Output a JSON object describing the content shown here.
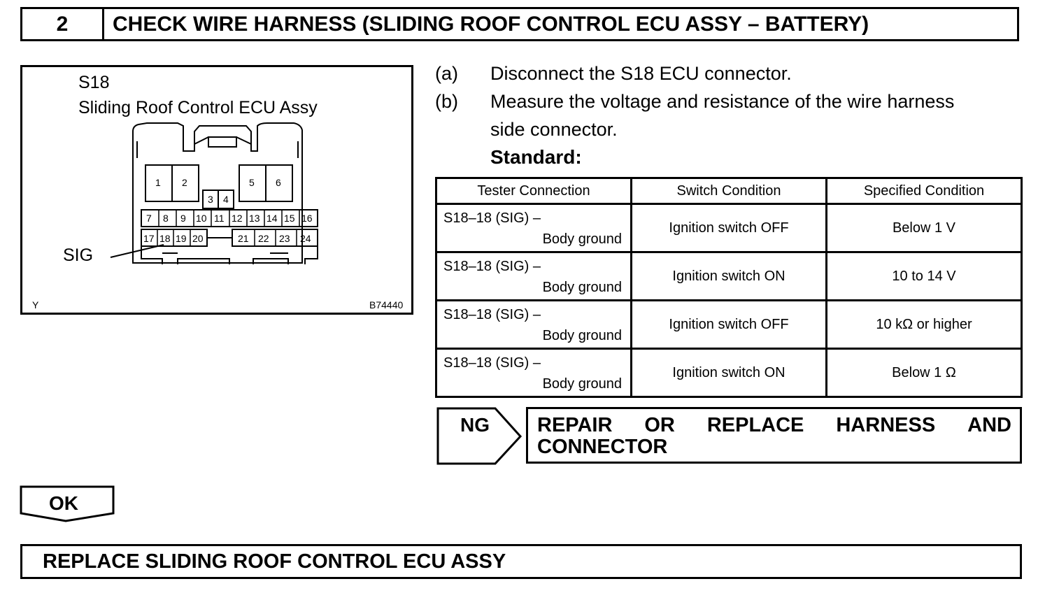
{
  "step": {
    "number": "2",
    "title": "CHECK WIRE HARNESS (SLIDING ROOF CONTROL ECU ASSY – BATTERY)"
  },
  "figure": {
    "connector_id": "S18",
    "connector_name": "Sliding Roof Control ECU Assy",
    "terminal_label": "SIG",
    "corner_left": "Y",
    "figure_code": "B74440",
    "pins": [
      "1",
      "2",
      "3",
      "4",
      "5",
      "6",
      "7",
      "8",
      "9",
      "10",
      "11",
      "12",
      "13",
      "14",
      "15",
      "16",
      "17",
      "18",
      "19",
      "20",
      "21",
      "22",
      "23",
      "24"
    ]
  },
  "instructions": [
    {
      "tag": "(a)",
      "lines": [
        "Disconnect the S18 ECU connector."
      ]
    },
    {
      "tag": "(b)",
      "lines": [
        "Measure the voltage and resistance of the wire harness",
        "side connector."
      ]
    }
  ],
  "standard_label": "Standard:",
  "table": {
    "headers": [
      "Tester Connection",
      "Switch Condition",
      "Specified Condition"
    ],
    "rows": [
      {
        "tester_line1": "S18–18 (SIG) –",
        "tester_line2": "Body ground",
        "switch": "Ignition switch OFF",
        "spec": "Below 1 V"
      },
      {
        "tester_line1": "S18–18 (SIG) –",
        "tester_line2": "Body ground",
        "switch": "Ignition switch ON",
        "spec": "10 to 14 V"
      },
      {
        "tester_line1": "S18–18 (SIG) –",
        "tester_line2": "Body ground",
        "switch": "Ignition switch OFF",
        "spec": "10 kΩ or higher"
      },
      {
        "tester_line1": "S18–18 (SIG) –",
        "tester_line2": "Body ground",
        "switch": "Ignition switch ON",
        "spec": "Below 1 Ω"
      }
    ]
  },
  "ng": {
    "label": "NG",
    "action_words": [
      "REPAIR",
      "OR",
      "REPLACE",
      "HARNESS",
      "AND"
    ],
    "action_line2": "CONNECTOR"
  },
  "ok": {
    "label": "OK"
  },
  "final_action": "REPLACE SLIDING ROOF CONTROL ECU ASSY"
}
